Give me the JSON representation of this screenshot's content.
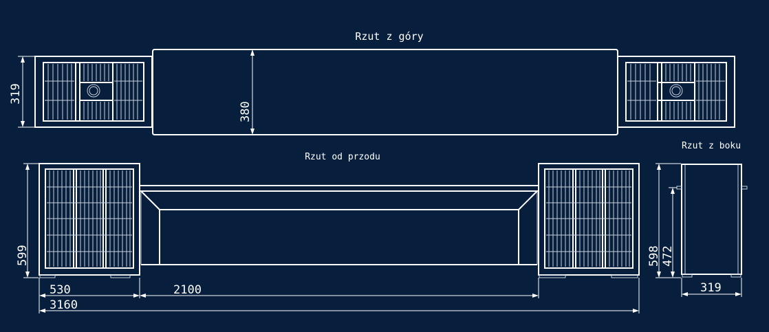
{
  "views": {
    "top": "Rzut z góry",
    "front": "Rzut od przodu",
    "side": "Rzut z boku"
  },
  "dimensions": {
    "top_unit_depth": "319",
    "top_bench_depth": "380",
    "front_height": "599",
    "unit_width": "530",
    "bench_length": "2100",
    "total_length": "3160",
    "side_height": "598",
    "side_inner_height": "472",
    "side_depth": "319"
  },
  "colors": {
    "background": "#071e3d",
    "lines": "#ffffff"
  }
}
